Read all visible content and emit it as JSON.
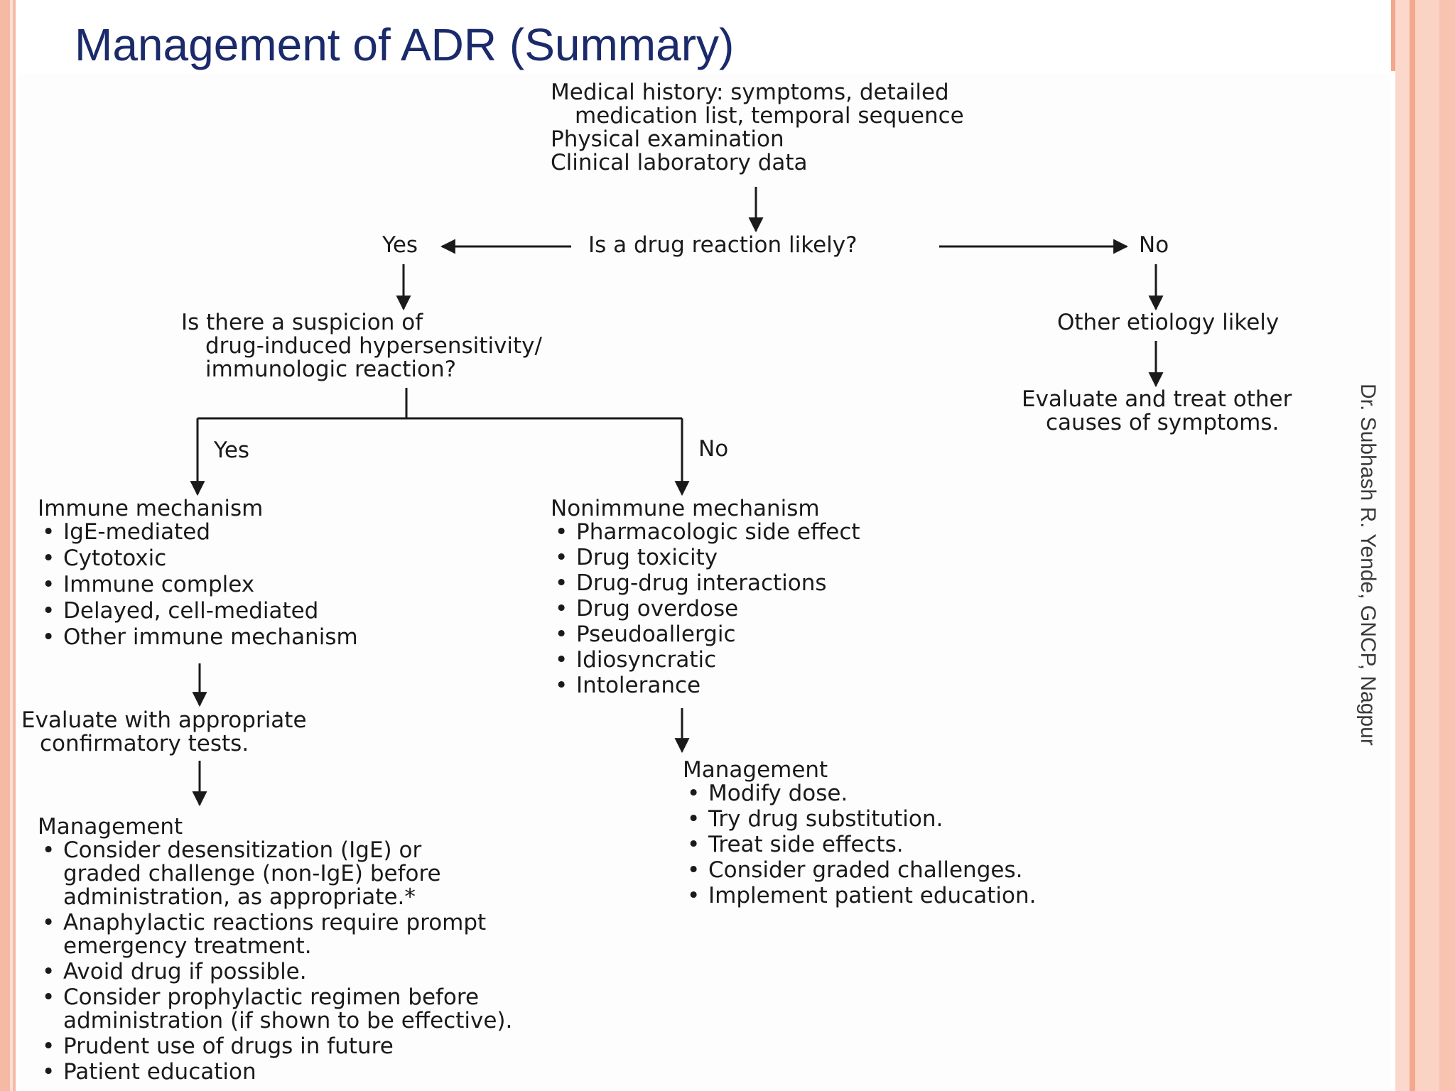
{
  "slide": {
    "title": "Management of ADR (Summary)",
    "credit": "Dr. Subhash R. Yende, GNCP, Nagpur"
  },
  "flowchart": {
    "start": {
      "line1": "Medical history: symptoms, detailed",
      "line2": "medication list, temporal sequence",
      "line3": "Physical examination",
      "line4": "Clinical laboratory data"
    },
    "question1": "Is a drug reaction likely?",
    "q1_yes": "Yes",
    "q1_no": "No",
    "other_etiology": "Other etiology likely",
    "evaluate_other": {
      "line1": "Evaluate and treat other",
      "line2": "causes of symptoms."
    },
    "question2": {
      "line1": "Is there a suspicion of",
      "line2": "drug-induced hypersensitivity/",
      "line3": "immunologic reaction?"
    },
    "q2_yes": "Yes",
    "q2_no": "No",
    "immune": {
      "title": "Immune mechanism",
      "items": [
        "IgE-mediated",
        "Cytotoxic",
        "Immune complex",
        "Delayed, cell-mediated",
        "Other immune mechanism"
      ]
    },
    "nonimmune": {
      "title": "Nonimmune mechanism",
      "items": [
        "Pharmacologic side effect",
        "Drug toxicity",
        "Drug-drug interactions",
        "Drug overdose",
        "Pseudoallergic",
        "Idiosyncratic",
        "Intolerance"
      ]
    },
    "confirm": {
      "line1": "Evaluate with appropriate",
      "line2": "confirmatory tests."
    },
    "immune_management": {
      "title": "Management",
      "items": [
        {
          "l1": "Consider desensitization (IgE) or",
          "l2": "graded challenge (non-IgE) before",
          "l3": "administration, as appropriate.*"
        },
        {
          "l1": "Anaphylactic reactions require prompt",
          "l2": "emergency treatment."
        },
        {
          "l1": "Avoid drug if possible."
        },
        {
          "l1": "Consider prophylactic regimen before",
          "l2": "administration (if shown to be effective)."
        },
        {
          "l1": "Prudent use of drugs in future"
        },
        {
          "l1": "Patient education"
        }
      ]
    },
    "nonimmune_management": {
      "title": "Management",
      "items": [
        "Modify dose.",
        "Try drug substitution.",
        "Treat side effects.",
        "Consider graded challenges.",
        "Implement patient education."
      ]
    }
  }
}
